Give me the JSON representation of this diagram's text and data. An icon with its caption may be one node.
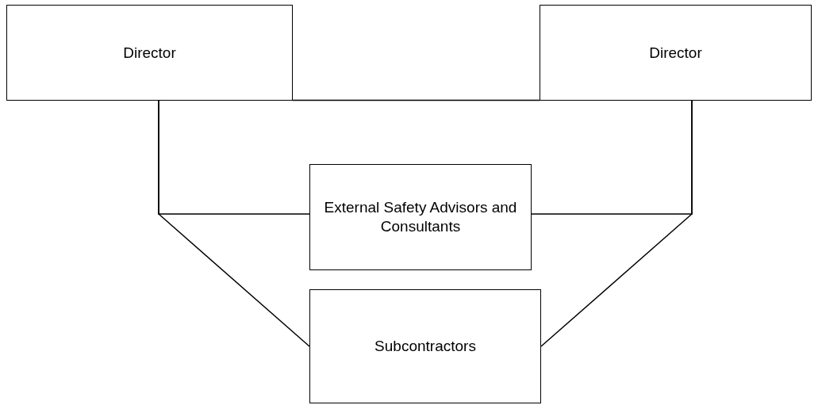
{
  "diagram": {
    "nodes": [
      {
        "text": [
          "Director"
        ]
      },
      {
        "text": [
          "Director"
        ]
      },
      {
        "text": [
          "External Safety Advisors and Consultants"
        ]
      },
      {
        "text": [
          "Subcontractors"
        ]
      }
    ],
    "edges": [
      {
        "from": 0,
        "to": 1,
        "arrow": "none"
      },
      {
        "from": 0,
        "to": 2,
        "arrow": "none"
      },
      {
        "from": 0,
        "to": 3,
        "arrow": "none"
      },
      {
        "from": 1,
        "to": 2,
        "arrow": "none"
      },
      {
        "from": 1,
        "to": 3,
        "arrow": "none"
      }
    ]
  }
}
